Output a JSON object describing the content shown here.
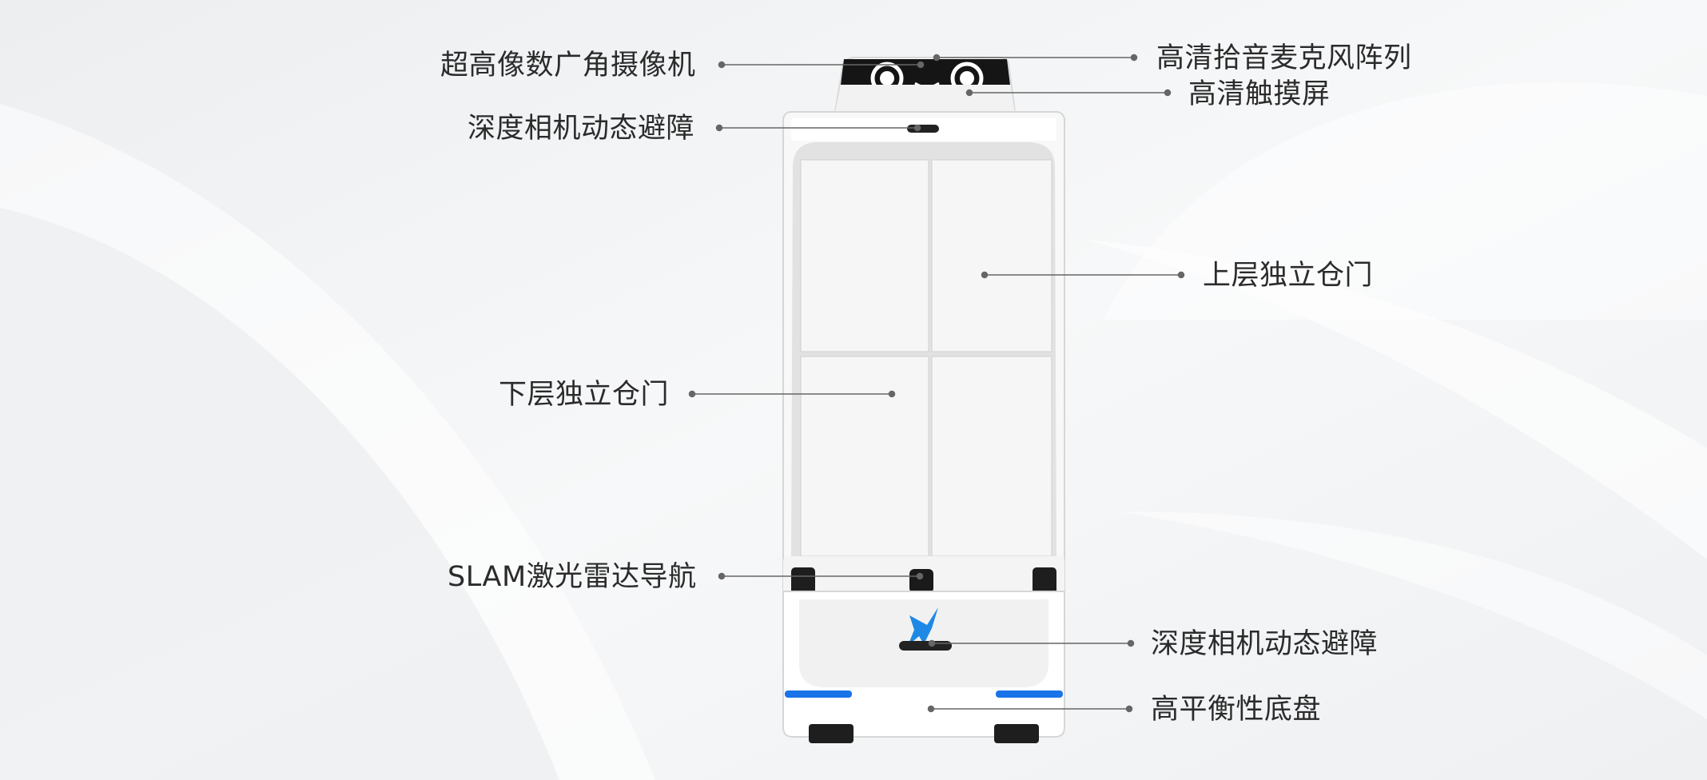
{
  "labels": {
    "camera": "超高像数广角摄像机",
    "mic_array": "高清拾音麦克风阵列",
    "touch_screen": "高清触摸屏",
    "depth_camera_top": "深度相机动态避障",
    "upper_door": "上层独立仓门",
    "lower_door": "下层独立仓门",
    "slam_lidar": "SLAM激光雷达导航",
    "depth_camera_bottom": "深度相机动态避障",
    "chassis": "高平衡性底盘"
  },
  "colors": {
    "background": "#f4f5f6",
    "text": "#2b2b2b",
    "leader": "#666666",
    "robot_body": "#ffffff",
    "robot_frame": "#dcdcdc",
    "screen": "#111111",
    "accent_blue": "#1a73e8",
    "logo_blue": "#1e88e5"
  },
  "icons": {
    "logo": "pegasus-logo-icon"
  }
}
